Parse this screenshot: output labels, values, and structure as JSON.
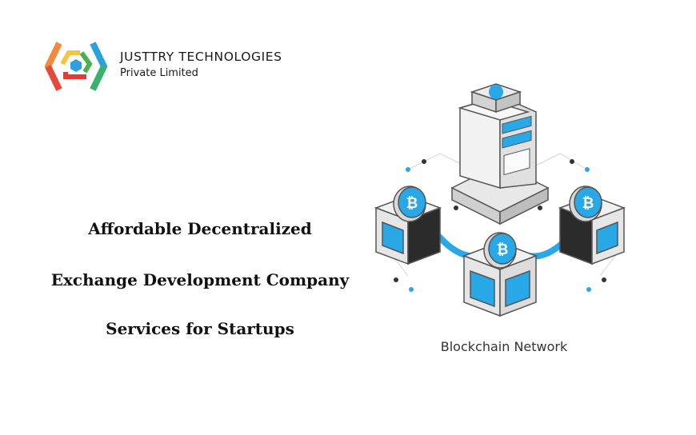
{
  "brand": {
    "name": "JUSTTRY TECHNOLOGIES",
    "subtitle": "Private Limited",
    "logo_icon": "hexagon-chevrons-logo",
    "logo_colors": [
      "#f4a13b",
      "#f2c94c",
      "#4caf50",
      "#2a9fd6",
      "#e53935",
      "#3aa0e0"
    ]
  },
  "headline": {
    "lines": [
      "Affordable Decentralized",
      "Exchange Development Company",
      "Services for Startups"
    ]
  },
  "illustration": {
    "icon": "blockchain-network-icon",
    "caption": "Blockchain Network",
    "accent_color": "#29a8e8",
    "coin_symbol": "₿"
  }
}
